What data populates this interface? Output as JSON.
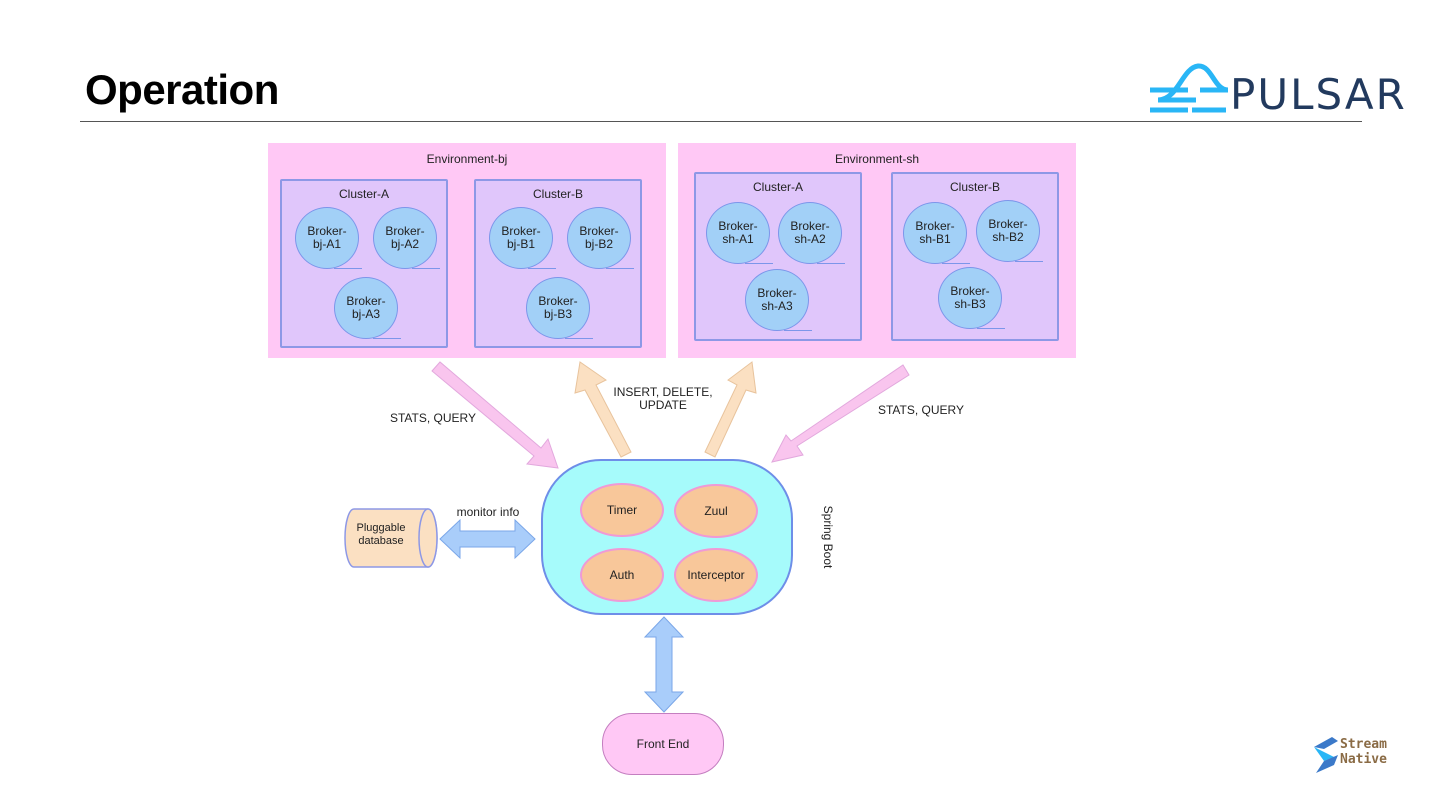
{
  "title": "Operation",
  "logo": {
    "text": "PULSAR",
    "icon": "pulsar-wave-icon",
    "color": "#223a5e",
    "accent": "#29b6f6"
  },
  "environments": [
    {
      "label": "Environment-bj",
      "clusters": [
        {
          "label": "Cluster-A",
          "brokers": [
            "Broker-\nbj-A1",
            "Broker-\nbj-A2",
            "Broker-\nbj-A3"
          ]
        },
        {
          "label": "Cluster-B",
          "brokers": [
            "Broker-\nbj-B1",
            "Broker-\nbj-B2",
            "Broker-\nbj-B3"
          ]
        }
      ]
    },
    {
      "label": "Environment-sh",
      "clusters": [
        {
          "label": "Cluster-A",
          "brokers": [
            "Broker-\nsh-A1",
            "Broker-\nsh-A2",
            "Broker-\nsh-A3"
          ]
        },
        {
          "label": "Cluster-B",
          "brokers": [
            "Broker-\nsh-B1",
            "Broker-\nsh-B2",
            "Broker-\nsh-B3"
          ]
        }
      ]
    }
  ],
  "edges": {
    "left_label": "STATS, QUERY",
    "middle_label": "INSERT, DELETE,\nUPDATE",
    "right_label": "STATS, QUERY",
    "db_label": "monitor info"
  },
  "core": {
    "label": "Spring Boot",
    "components": [
      "Timer",
      "Zuul",
      "Auth",
      "Interceptor"
    ]
  },
  "database": "Pluggable\ndatabase",
  "frontend": "Front End",
  "brand": {
    "line1": "Stream",
    "line2": "Native"
  },
  "colors": {
    "environment": "#ffc8f5",
    "cluster": "#e0c6fb",
    "broker": "#a2d0f7",
    "core": "#a6fbfb",
    "component": "#f8c79a",
    "arrow_pink": "#f9c5ee",
    "arrow_orange": "#fbe0c2",
    "arrow_blue": "#a9cdfa"
  }
}
